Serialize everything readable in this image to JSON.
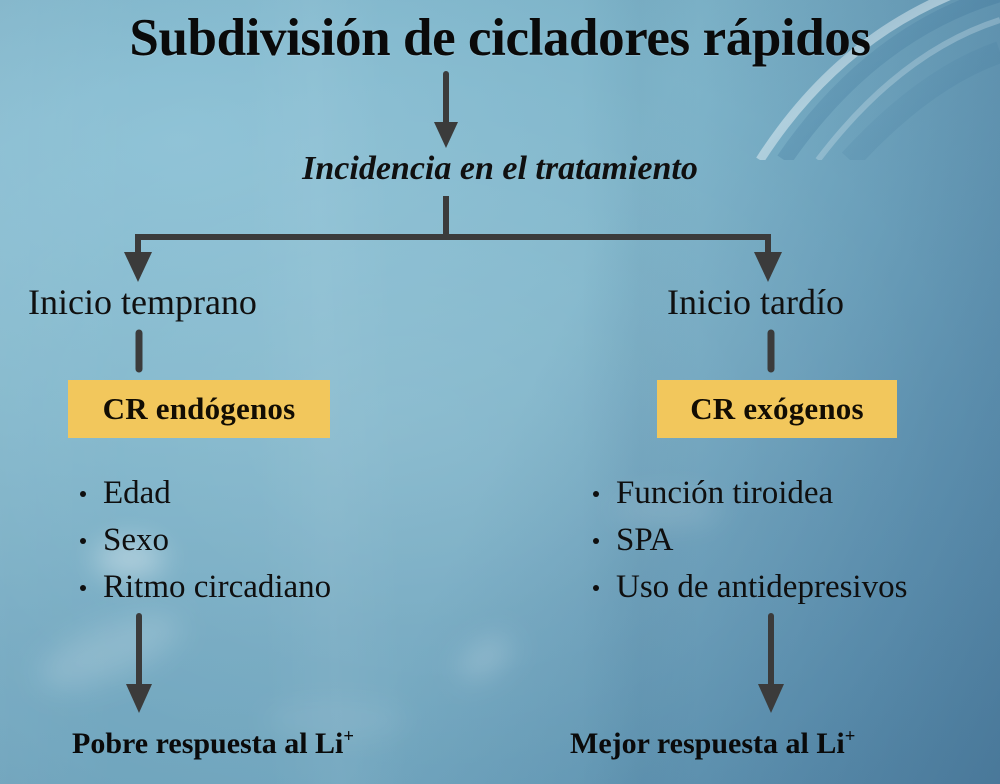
{
  "slide": {
    "title": "Subdivisión de cicladores rápidos",
    "subtitle": "Incidencia en el tratamiento",
    "background_color": "#7bb2c9",
    "accent_color": "#f2c75c",
    "connector_color": "#3b3b3b",
    "text_color": "#0f0f0f"
  },
  "branches": {
    "left": {
      "label": "Inicio temprano",
      "chip": "CR endógenos",
      "bullets": [
        "Edad",
        "Sexo",
        "Ritmo circadiano"
      ],
      "outcome_text": "Pobre respuesta al Li",
      "outcome_superscript": "+"
    },
    "right": {
      "label": "Inicio tardío",
      "chip": "CR exógenos",
      "bullets": [
        "Función tiroidea",
        "SPA",
        "Uso de antidepresivos"
      ],
      "outcome_text": "Mejor respuesta al Li",
      "outcome_superscript": "+"
    }
  },
  "connectors": [
    {
      "name": "title-to-subtitle",
      "kind": "arrow-down"
    },
    {
      "name": "subtitle-split",
      "kind": "tree-split"
    },
    {
      "name": "left-label-to-chip",
      "kind": "line-down"
    },
    {
      "name": "right-label-to-chip",
      "kind": "line-down"
    },
    {
      "name": "left-bullets-to-outcome",
      "kind": "arrow-down"
    },
    {
      "name": "right-bullets-to-outcome",
      "kind": "arrow-down"
    }
  ]
}
